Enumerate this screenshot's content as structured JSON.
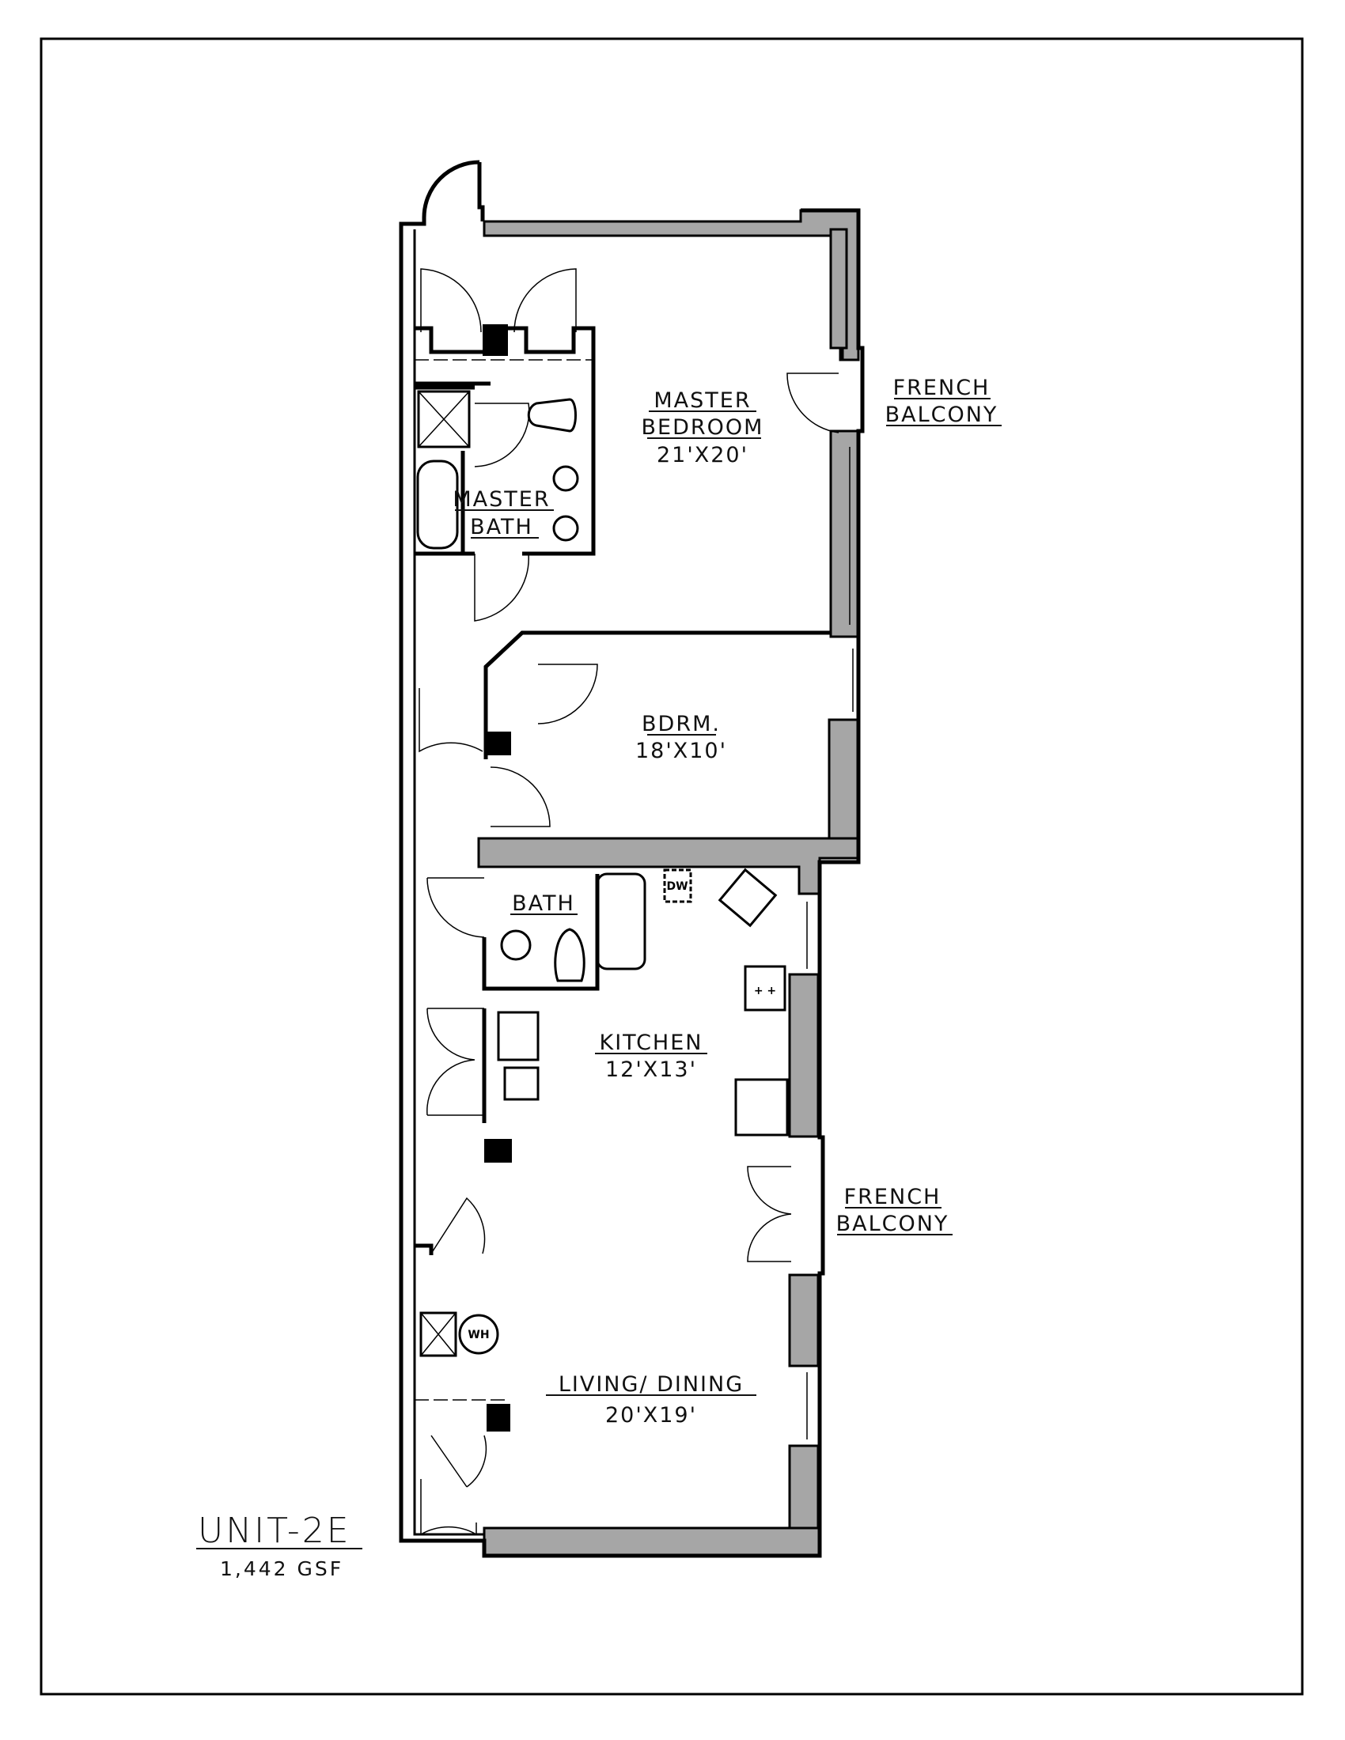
{
  "plan": {
    "unit_name": "UNIT-2E",
    "area": "1,442 GSF",
    "rooms": [
      {
        "name_lines": [
          "MASTER",
          "BEDROOM"
        ],
        "size": "21'X20'"
      },
      {
        "name_lines": [
          "MASTER",
          "BATH"
        ]
      },
      {
        "name_lines": [
          "BDRM."
        ],
        "size": "18'X10'"
      },
      {
        "name_lines": [
          "BATH"
        ]
      },
      {
        "name_lines": [
          "KITCHEN"
        ],
        "size": "12'X13'"
      },
      {
        "name_lines": [
          "LIVING/ DINING"
        ],
        "size": "20'X19'"
      }
    ],
    "balconies": [
      {
        "lines": [
          "FRENCH",
          "BALCONY"
        ]
      },
      {
        "lines": [
          "FRENCH",
          "BALCONY"
        ]
      }
    ],
    "fixtures": {
      "dishwasher": "DW",
      "water_heater": "WH"
    },
    "colors": {
      "exterior_wall": "#a6a6a6",
      "line": "#000000"
    }
  }
}
